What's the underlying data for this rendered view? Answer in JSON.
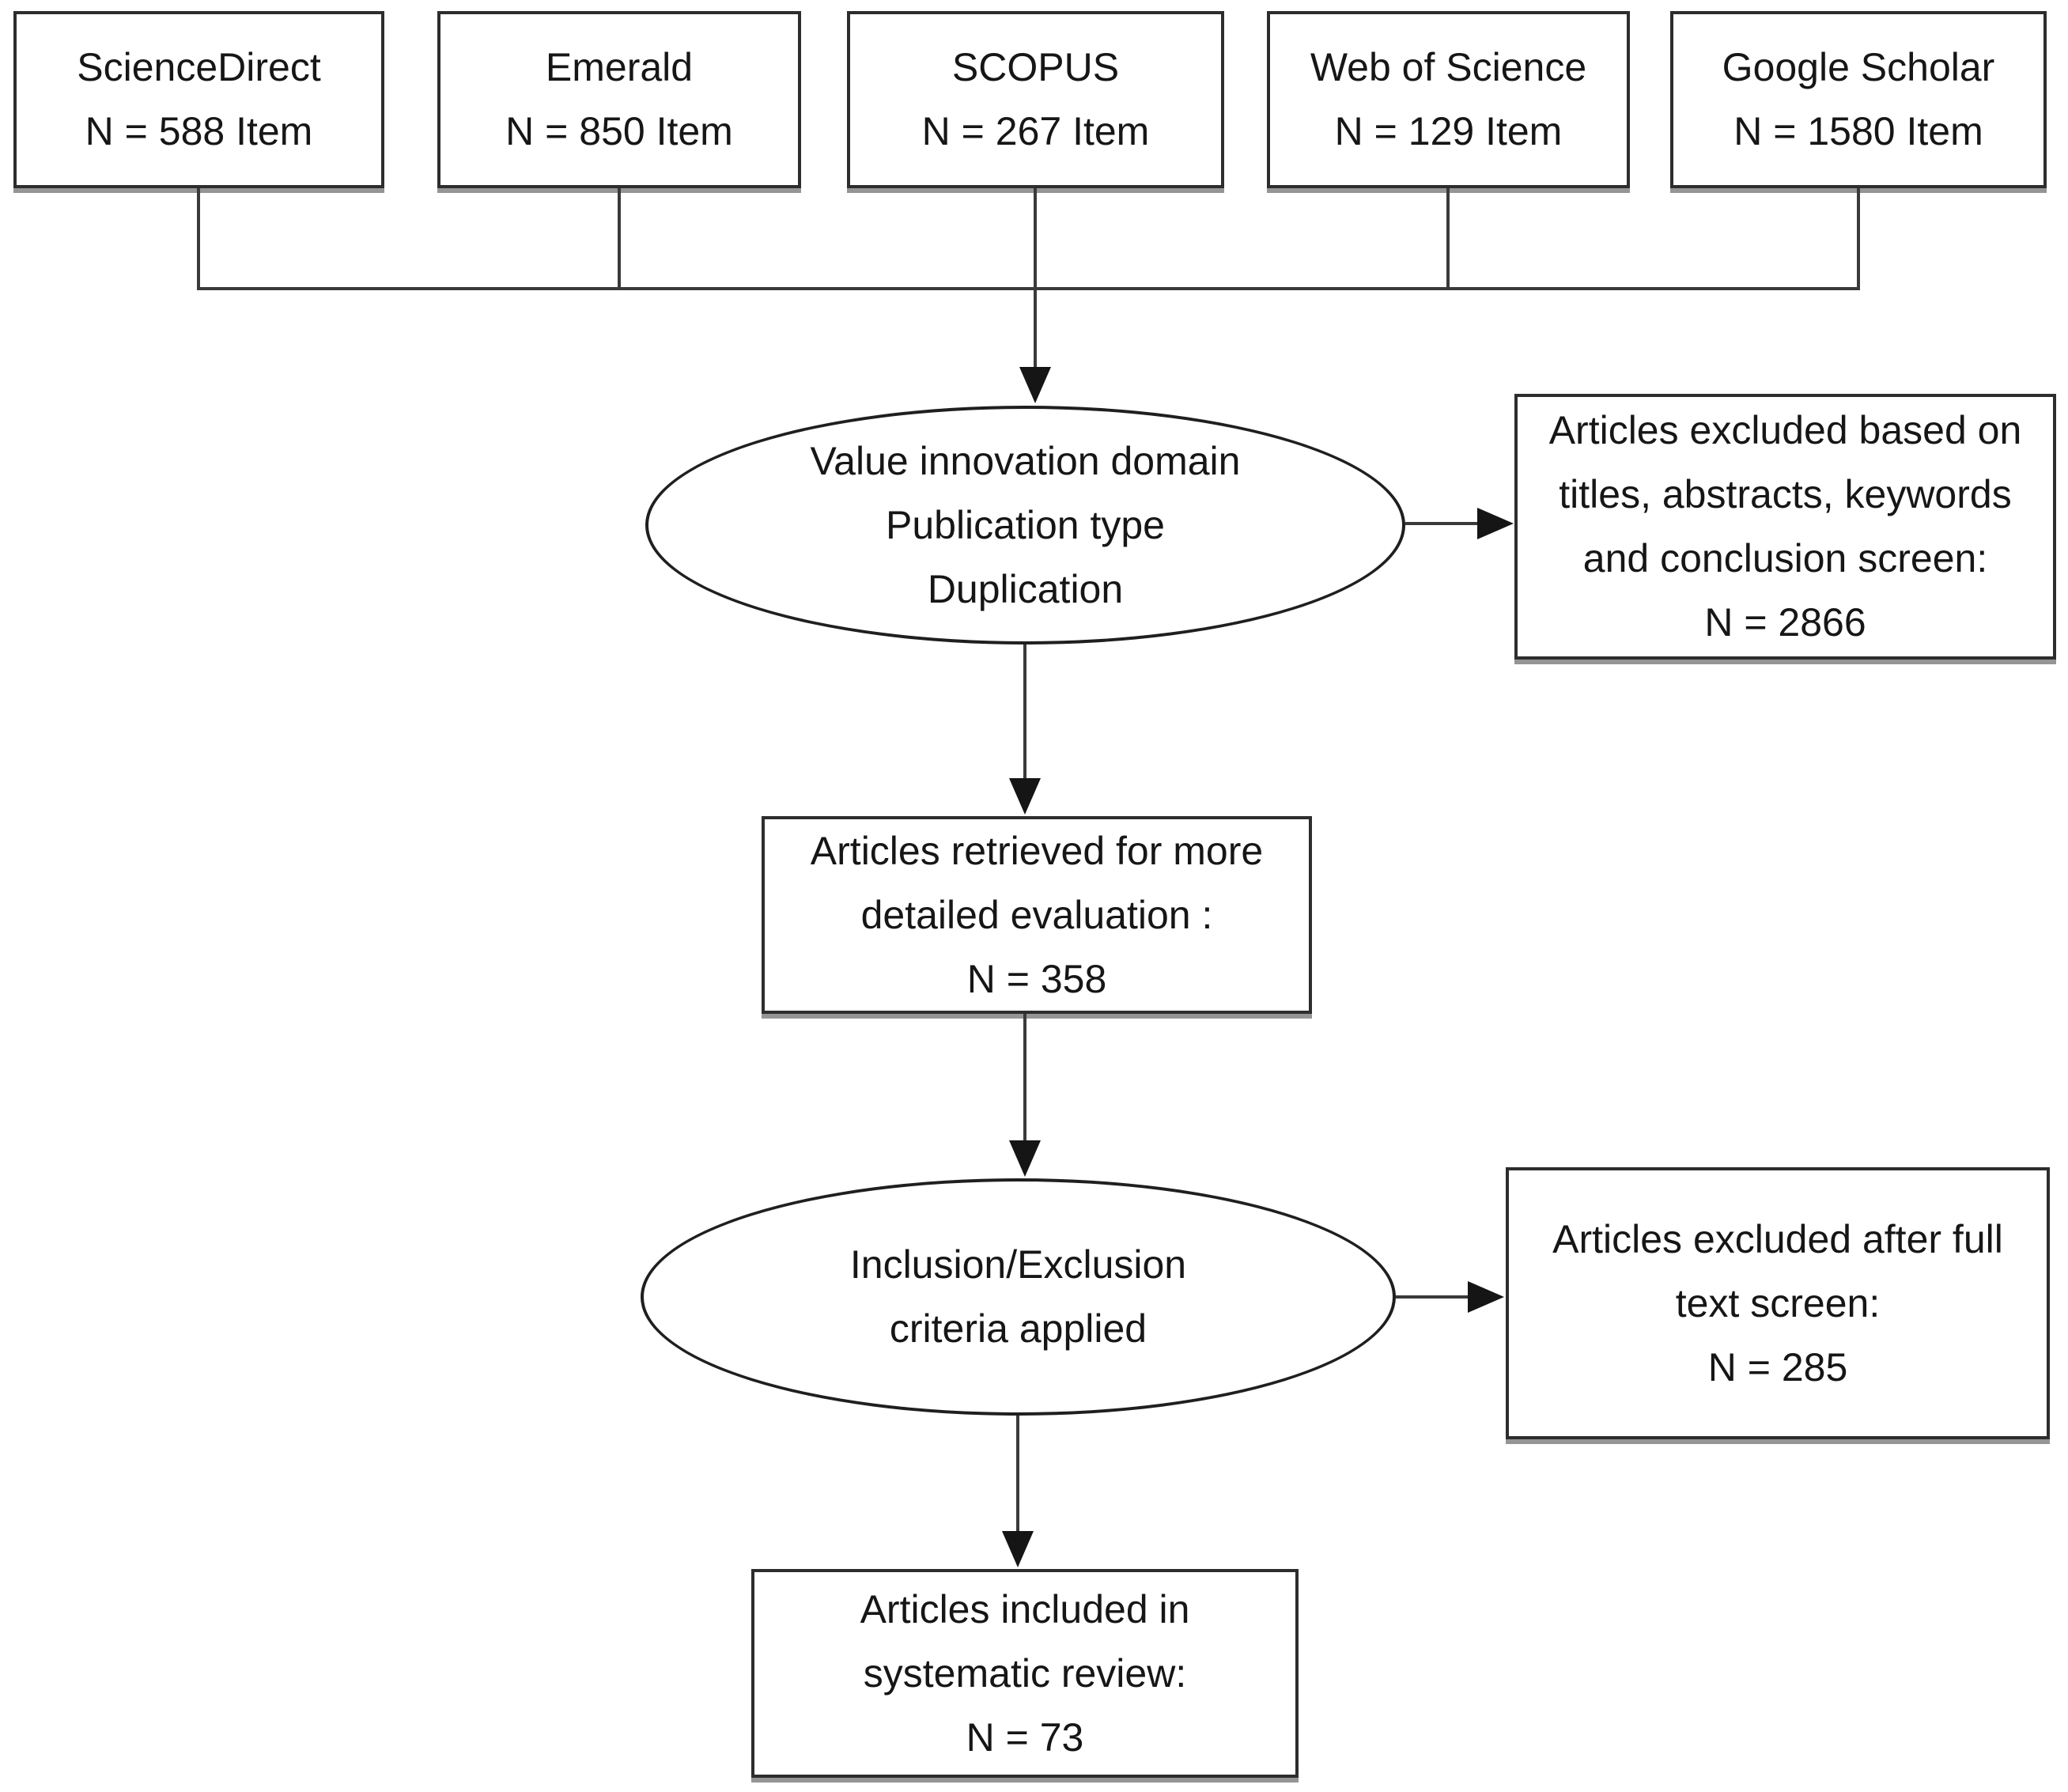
{
  "palette": {
    "background": "#ffffff",
    "ink": "#161616",
    "line": "#3a3a3a",
    "box_shadow": "#959595"
  },
  "diagram": {
    "sources": [
      {
        "name": "ScienceDirect",
        "count": "N = 588 Item"
      },
      {
        "name": "Emerald",
        "count": "N = 850 Item"
      },
      {
        "name": "SCOPUS",
        "count": "N = 267 Item"
      },
      {
        "name": "Web of Science",
        "count": "N = 129 Item"
      },
      {
        "name": "Google Scholar",
        "count": "N = 1580 Item"
      }
    ],
    "screen1": {
      "lines": [
        "Value innovation domain",
        "Publication type",
        "Duplication"
      ]
    },
    "excluded1": {
      "lines": [
        "Articles excluded based on",
        "titles, abstracts, keywords",
        "and conclusion screen:",
        "N = 2866"
      ]
    },
    "retrieved": {
      "lines": [
        "Articles retrieved for more",
        "detailed evaluation :",
        "N = 358"
      ]
    },
    "screen2": {
      "lines": [
        "Inclusion/Exclusion",
        "criteria applied"
      ]
    },
    "excluded2": {
      "lines": [
        "Articles excluded after full",
        "text screen:",
        "N = 285"
      ]
    },
    "included": {
      "lines": [
        "Articles included in",
        "systematic review:",
        "N = 73"
      ]
    }
  }
}
